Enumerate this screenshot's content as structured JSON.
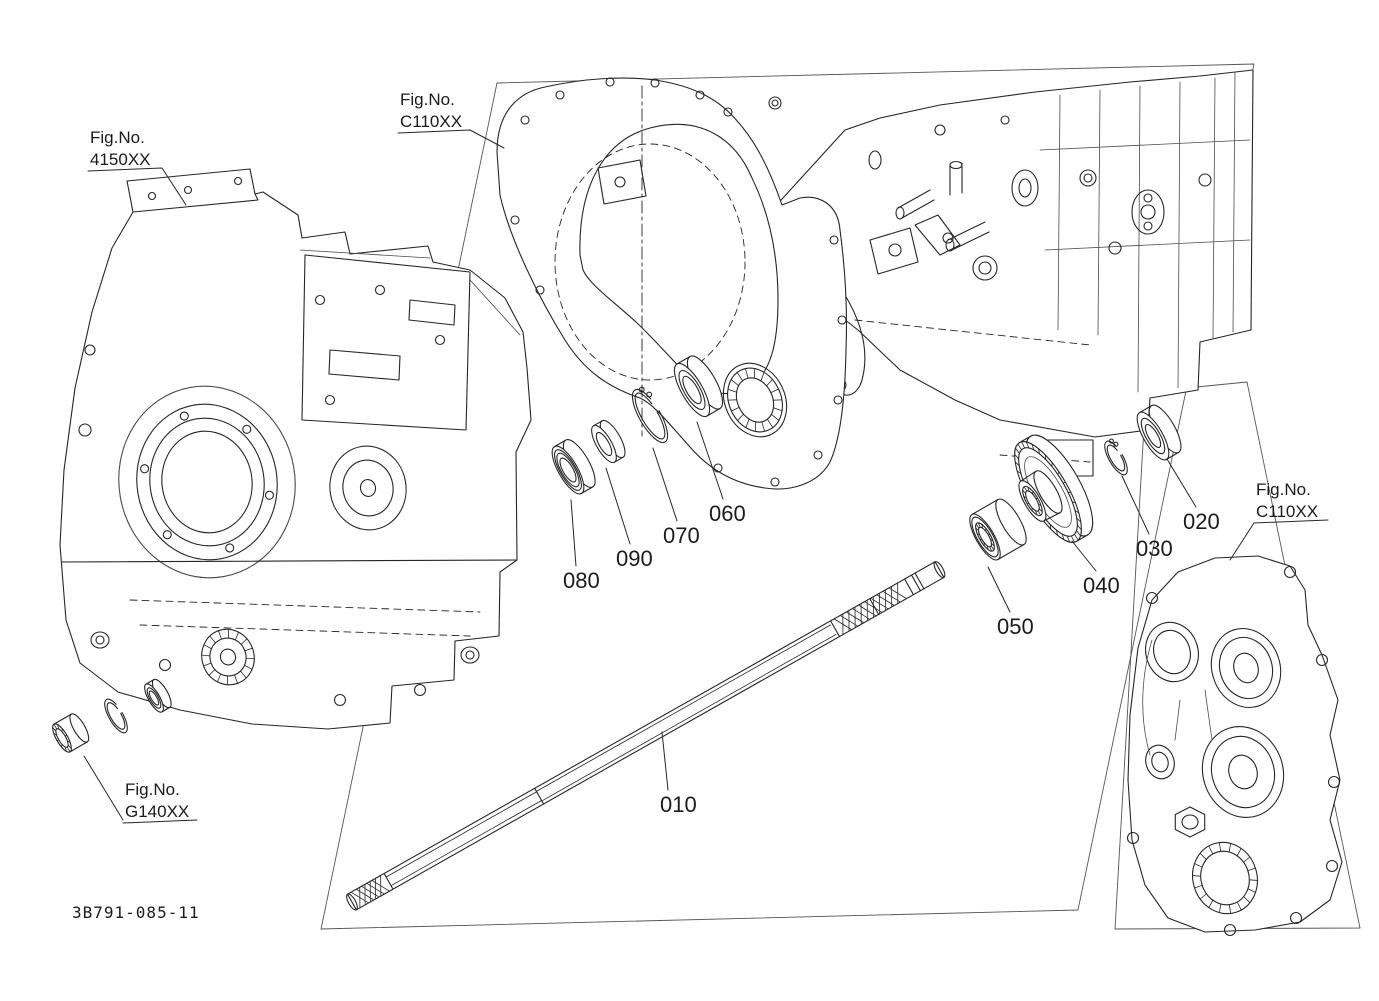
{
  "page": {
    "background": "#ffffff",
    "line_color": "#262626"
  },
  "drawing_number": "3B791-085-11",
  "fig_refs": {
    "top_left": {
      "prefix": "Fig.No.",
      "code": "4150XX"
    },
    "top_mid": {
      "prefix": "Fig.No.",
      "code": "C110XX"
    },
    "right": {
      "prefix": "Fig.No.",
      "code": "C110XX"
    },
    "bottom_left": {
      "prefix": "Fig.No.",
      "code": "G140XX"
    }
  },
  "callouts": {
    "c010": "010",
    "c020": "020",
    "c030": "030",
    "c040": "040",
    "c050": "050",
    "c060": "060",
    "c070": "070",
    "c080": "080",
    "c090": "090"
  }
}
